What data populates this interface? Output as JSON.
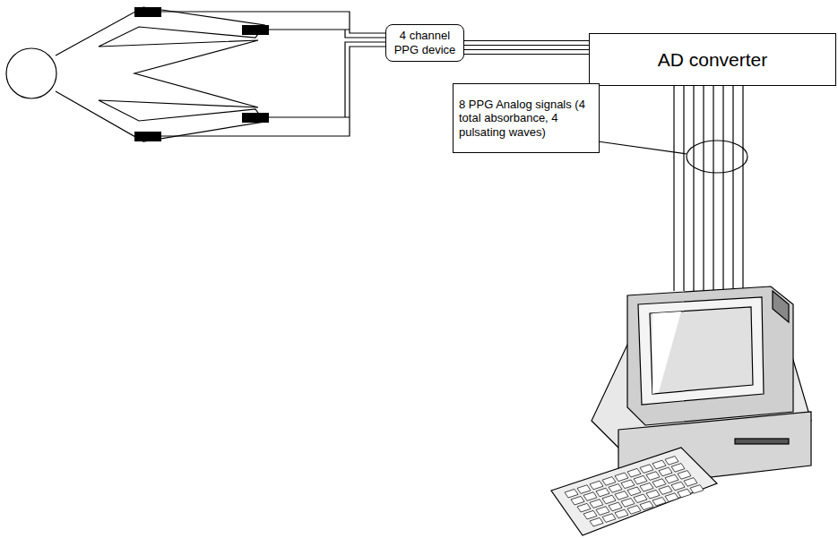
{
  "diagram": {
    "nodes": [
      {
        "text": [
          "4 channel PPG device"
        ]
      },
      {
        "text": [
          "AD converter"
        ]
      },
      {
        "text": [
          "8 PPG Analog signals (4 total absorbance, 4 pulsating waves)"
        ]
      }
    ],
    "edges": [
      {
        "from": 0,
        "to": 1,
        "arrow": "none"
      }
    ]
  }
}
